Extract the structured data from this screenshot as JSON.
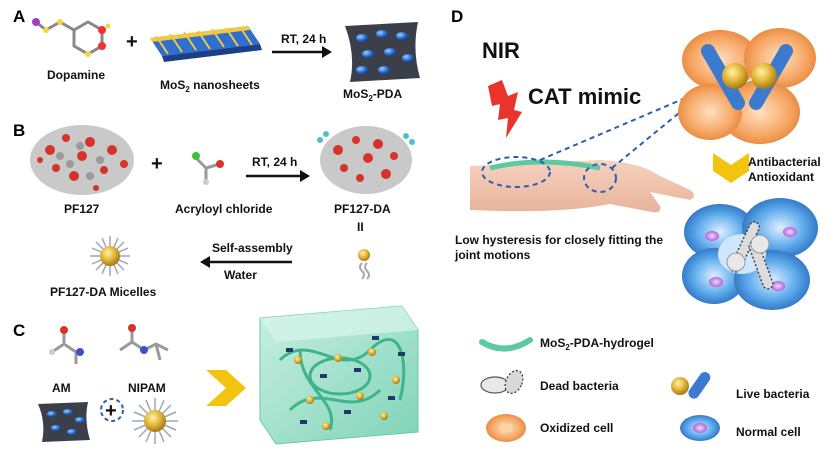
{
  "panels": {
    "a": "A",
    "b": "B",
    "c": "C",
    "d": "D"
  },
  "panel_a": {
    "reactant1": "Dopamine",
    "reactant2": "MoS",
    "reactant2_sub": "2",
    "reactant2_suffix": " nanosheets",
    "plus": "+",
    "condition": "RT, 24 h",
    "product": "MoS",
    "product_sub": "2",
    "product_suffix": "-PDA"
  },
  "panel_b": {
    "reactant1": "PF127",
    "reactant2": "Acryloyl chloride",
    "plus": "+",
    "condition": "RT, 24 h",
    "product": "PF127-DA",
    "equals": "II",
    "assembly_line1": "Self-assembly",
    "assembly_line2": "Water",
    "micelles": "PF127-DA Micelles"
  },
  "panel_c": {
    "monomer1": "AM",
    "monomer2": "NIPAM",
    "plus": "+"
  },
  "panel_d": {
    "nir": "NIR",
    "cat": "CAT mimic",
    "effect1": "Antibacterial",
    "effect2": "Antioxidant",
    "hysteresis1": "Low hysteresis for closely fitting the",
    "hysteresis2": "joint motions"
  },
  "legend": {
    "hydrogel": "MoS",
    "hydrogel_sub": "2",
    "hydrogel_suffix": "-PDA-hydrogel",
    "dead": "Dead bacteria",
    "live": "Live bacteria",
    "oxidized": "Oxidized cell",
    "normal": "Normal cell"
  },
  "colors": {
    "hydrogel_green": "#5cc9a0",
    "nanosheet_blue": "#2b6fd6",
    "sheet_dark": "#3a3f4a",
    "gold": "#d4a52a",
    "arrow_yellow": "#f2c40f",
    "oxidized_orange": "#f5a05a",
    "normal_blue": "#3c8fd8",
    "dashed_blue": "#2a5fb0",
    "bolt_red": "#e8342a"
  },
  "icons": [
    "lightning-bolt-icon",
    "reaction-arrow-icon",
    "yellow-arrow-icon"
  ]
}
